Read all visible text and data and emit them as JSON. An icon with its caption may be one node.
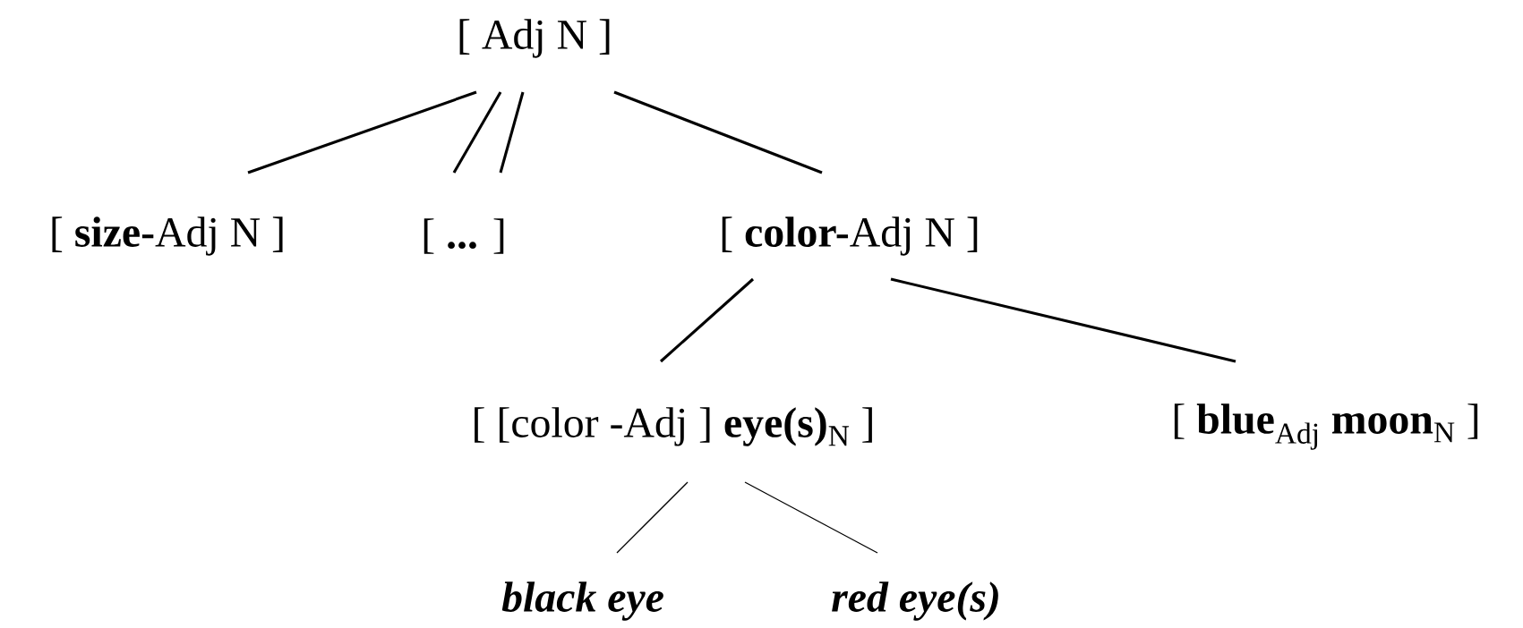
{
  "diagram": {
    "nodes": [
      {
        "text": [
          "[ Adj N ]"
        ]
      },
      {
        "text": [
          "[ **size-**Adj N ]"
        ]
      },
      {
        "text": [
          "[ **...** ]"
        ]
      },
      {
        "text": [
          "[ **color-**Adj N ]"
        ]
      },
      {
        "text": [
          "[ [color -Adj ] **eye(s)**$_{N}$ ]"
        ]
      },
      {
        "text": [
          "[ **blue**$_{Adj}$ **moon**$_{N}$ ]"
        ]
      },
      {
        "text": [
          "black eye"
        ]
      },
      {
        "text": [
          "red eye(s)"
        ]
      }
    ],
    "edges": [
      {
        "from": 0,
        "to": 1,
        "arrow": "none"
      },
      {
        "from": 0,
        "to": 2,
        "arrow": "none"
      },
      {
        "from": 0,
        "to": 2,
        "arrow": "none"
      },
      {
        "from": 0,
        "to": 3,
        "arrow": "none"
      },
      {
        "from": 3,
        "to": 4,
        "arrow": "none"
      },
      {
        "from": 3,
        "to": 5,
        "arrow": "none"
      },
      {
        "from": 4,
        "to": 6,
        "arrow": "none"
      },
      {
        "from": 4,
        "to": 7,
        "arrow": "none"
      }
    ]
  }
}
